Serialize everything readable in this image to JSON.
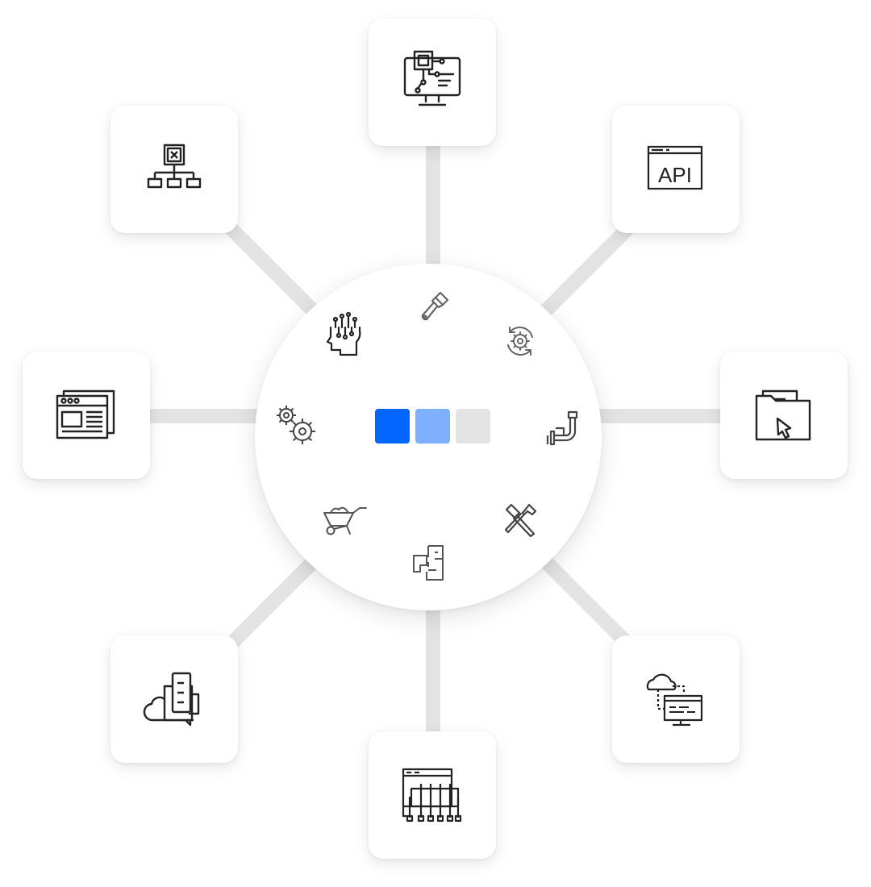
{
  "colors": {
    "primary": "#0066ff",
    "secondary": "#7fb0ff",
    "neutral": "#e3e3e3",
    "icon_stroke": "#222222",
    "spoke": "#e3e3e3"
  },
  "outer_nodes": [
    {
      "id": "top",
      "icon": "monitor-circuit-icon"
    },
    {
      "id": "top-right",
      "icon": "api-window-icon",
      "icon_text": "API"
    },
    {
      "id": "right",
      "icon": "folder-cursor-icon"
    },
    {
      "id": "bottom-right",
      "icon": "cloud-monitor-icon"
    },
    {
      "id": "bottom",
      "icon": "browser-pipeline-icon"
    },
    {
      "id": "bottom-left",
      "icon": "cloud-mobile-icon"
    },
    {
      "id": "left",
      "icon": "web-layout-icon"
    },
    {
      "id": "top-left",
      "icon": "sitemap-icon"
    }
  ],
  "hub": {
    "icons": [
      "paint-brush-icon",
      "gear-refresh-icon",
      "pipe-icon",
      "tools-icon",
      "floor-plan-icon",
      "wheelbarrow-icon",
      "gears-icon",
      "ai-head-icon"
    ],
    "swatches": [
      "primary",
      "secondary",
      "neutral"
    ]
  }
}
